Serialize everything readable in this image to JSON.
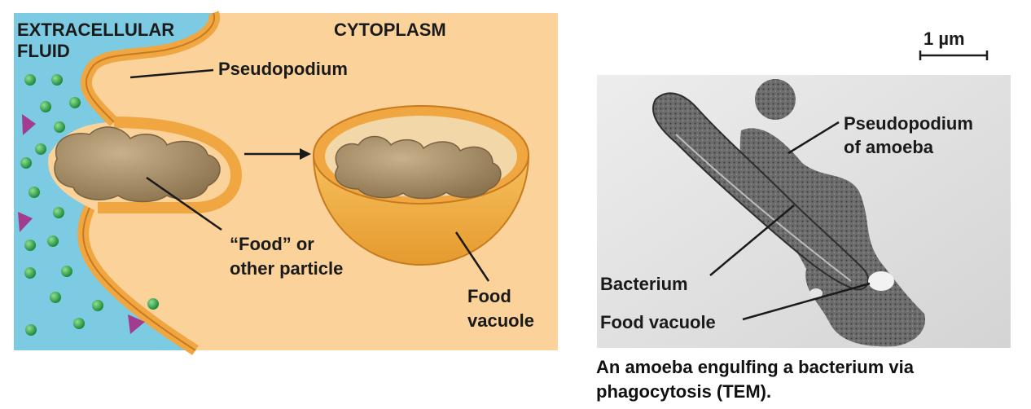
{
  "diagram": {
    "labels": {
      "extracellular_line1": "EXTRACELLULAR",
      "extracellular_line2": "FLUID",
      "cytoplasm": "CYTOPLASM",
      "pseudopodium": "Pseudopodium",
      "food_line1": "“Food” or",
      "food_line2": "other particle",
      "vacuole_line1": "Food",
      "vacuole_line2": "vacuole"
    },
    "colors": {
      "fluid": "#7ccbe2",
      "cytoplasm": "#fbd29a",
      "membrane": "#f0a742",
      "food": "#ab9169",
      "molecule_green": "#2ea84f",
      "molecule_purple": "#a23c8f"
    }
  },
  "micrograph": {
    "scale_label": "1 µm",
    "labels": {
      "pseudopodium_line1": "Pseudopodium",
      "pseudopodium_line2": "of amoeba",
      "bacterium": "Bacterium",
      "food_vacuole": "Food vacuole"
    }
  },
  "caption": {
    "line1": "An amoeba engulfing a bacterium via",
    "line2": "phagocytosis (TEM)."
  }
}
